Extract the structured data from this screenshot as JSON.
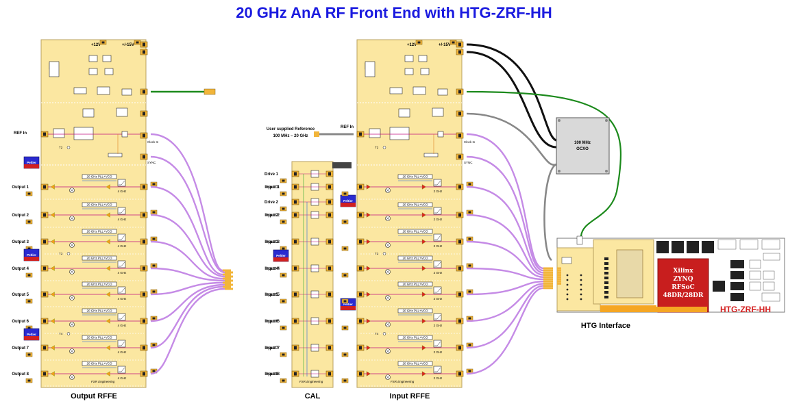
{
  "title": "20 GHz AnA RF Front End with HTG-ZRF-HH",
  "panels": {
    "output_rffe": "Output RFFE",
    "cal": "CAL",
    "input_rffe": "Input RFFE",
    "htg_interface": "HTG Interface",
    "htg_board": "HTG-ZRF-HH"
  },
  "supplies": {
    "p12v": "+12V",
    "pm15v": "+/-15V"
  },
  "ref_in": "REF In",
  "clock_in": "Clock In",
  "sync": "SYNC",
  "user_ref": [
    "User supplied Reference",
    "100 MHz – 20 GHz"
  ],
  "ocxo": {
    "line1": "100 MHz",
    "line2": "OCXO"
  },
  "fpga": {
    "lines": [
      "Xilinx",
      "ZYNQ",
      "RFSoC",
      "48DR/28DR"
    ]
  },
  "output_labels": [
    "Output 1",
    "Output 2",
    "Output 3",
    "Output 4",
    "Output 5",
    "Output 6",
    "Output 7",
    "Output 8"
  ],
  "input_labels": [
    "Input 1",
    "Input 2",
    "Input 3",
    "Input 4",
    "Input 5",
    "Input 6",
    "Input 7",
    "Input 8"
  ],
  "cal_labels": [
    "Drive 1",
    "Input 1",
    "Drive 2",
    "Input 2",
    "Input 3",
    "Input 4",
    "Input 5",
    "Input 6",
    "Input 7",
    "Input 8"
  ],
  "output_filter": "4 GHz",
  "input_filter": "2 GHz",
  "pll": "20 GHz PLL+VCO",
  "peltier": "Peltier",
  "engineering": "FSR Engineering",
  "temps": {
    "out_t2": "T2",
    "out_t3": "T3",
    "out_t4": "T4",
    "in_t2": "T2",
    "in_t3": "T3",
    "in_t4": "T4"
  },
  "colors": {
    "title": "#1a1adf",
    "panel": "#fbe7a1",
    "purple": "#c58be6",
    "green": "#1c8a1c",
    "htg_red": "#d42020"
  }
}
